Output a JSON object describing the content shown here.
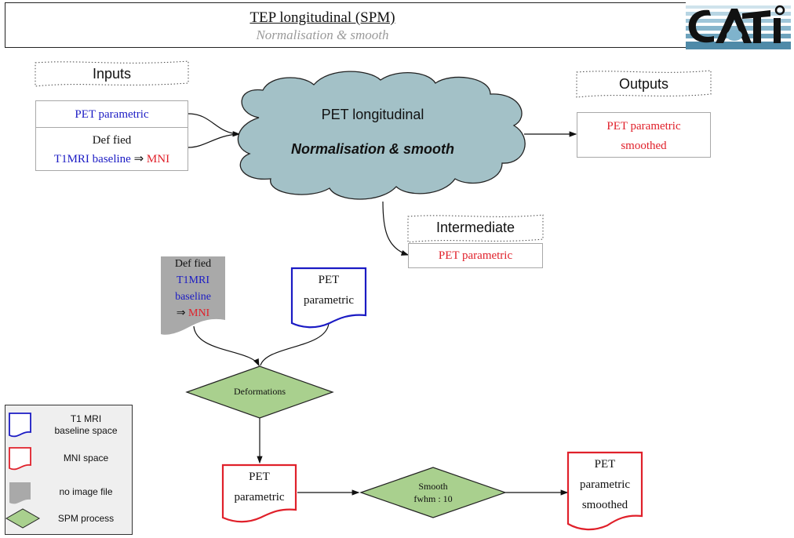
{
  "header": {
    "title": "TEP longitudinal (SPM)",
    "subtitle": "Normalisation & smooth",
    "logo_text": "CATI"
  },
  "colors": {
    "t1mri_space": "#1b1bc4",
    "mni_space": "#e0202a",
    "no_image": "#a9a9a9",
    "spm_process": "#a9d08e",
    "cloud": "#a3c1c7"
  },
  "overview": {
    "inputs_label": "Inputs",
    "outputs_label": "Outputs",
    "intermediate_label": "Intermediate",
    "inputs": [
      {
        "line1": "PET parametric"
      },
      {
        "line1": "Def fied",
        "line2_a": "T1MRI baseline",
        "arrow": "⇒",
        "line2_b": "MNI"
      }
    ],
    "process": {
      "title": "PET longitudinal",
      "subtitle": "Normalisation & smooth"
    },
    "outputs": [
      {
        "line1": "PET parametric",
        "line2": "smoothed"
      }
    ],
    "intermediate": [
      {
        "line1": "PET parametric"
      }
    ]
  },
  "flow": {
    "deffield": {
      "line1": "Def fied",
      "line2": "T1MRI",
      "line3": "baseline",
      "arrow": "⇒",
      "line4": "MNI"
    },
    "pet_input": {
      "line1": "PET",
      "line2": "parametric"
    },
    "deformations": {
      "label": "Deformations"
    },
    "pet_mni": {
      "line1": "PET",
      "line2": "parametric"
    },
    "smooth": {
      "line1": "Smooth",
      "line2": "fwhm : 10"
    },
    "pet_smoothed": {
      "line1": "PET",
      "line2": "parametric",
      "line3": "smoothed"
    }
  },
  "legend": {
    "items": [
      {
        "icon": "blue-document-icon",
        "label_1": "T1 MRI",
        "label_2": "baseline space"
      },
      {
        "icon": "red-document-icon",
        "label_1": "MNI space"
      },
      {
        "icon": "gray-document-icon",
        "label_1": "no image file"
      },
      {
        "icon": "green-diamond-icon",
        "label_1": "SPM process"
      }
    ]
  }
}
